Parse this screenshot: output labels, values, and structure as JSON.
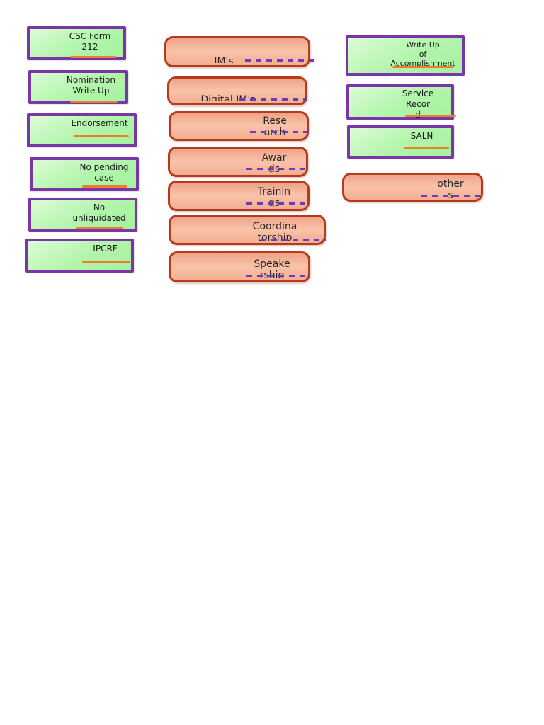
{
  "colors": {
    "page_background": "#ffffff",
    "green_card_fill": "#aef4a8",
    "green_card_border": "#7a35a6",
    "salmon_card_fill": "#f5b497",
    "salmon_card_border": "#b43b1b",
    "orange_line": "#ee7c2e",
    "dashed_blank_line": "#6b3bbf",
    "text": "#151515"
  },
  "left_column": [
    {
      "id": "csc-form-212",
      "lines": [
        "CSC Form",
        "212"
      ]
    },
    {
      "id": "nomination-write-up",
      "lines": [
        "Nomination",
        "Write Up"
      ]
    },
    {
      "id": "endorsement",
      "lines": [
        "Endorsement"
      ]
    },
    {
      "id": "no-pending-case",
      "lines": [
        "No pending",
        "case"
      ]
    },
    {
      "id": "no-unliquidated",
      "lines": [
        "No",
        "unliquidated"
      ]
    },
    {
      "id": "ipcrf",
      "lines": [
        "IPCRF"
      ]
    }
  ],
  "middle_column": [
    {
      "id": "ims",
      "lines": [
        "IM's"
      ]
    },
    {
      "id": "digital-ims",
      "lines": [
        "Digital IM's"
      ]
    },
    {
      "id": "research",
      "lines": [
        "Rese",
        "arch"
      ]
    },
    {
      "id": "awards",
      "lines": [
        "Awar",
        "ds"
      ]
    },
    {
      "id": "trainings",
      "lines": [
        "Trainin",
        "gs"
      ]
    },
    {
      "id": "coordinatorship",
      "lines": [
        "Coordina",
        "torship"
      ]
    },
    {
      "id": "speakership",
      "lines": [
        "Speake",
        "rship"
      ]
    }
  ],
  "right_column": [
    {
      "id": "write-up-of-accomplishment",
      "lines": [
        "Write Up",
        "of",
        "Accomplishment"
      ]
    },
    {
      "id": "service-record",
      "lines": [
        "Service",
        "Recor",
        "d"
      ]
    },
    {
      "id": "saln",
      "lines": [
        "SALN"
      ]
    },
    {
      "id": "others",
      "lines": [
        "other",
        "s"
      ]
    }
  ]
}
